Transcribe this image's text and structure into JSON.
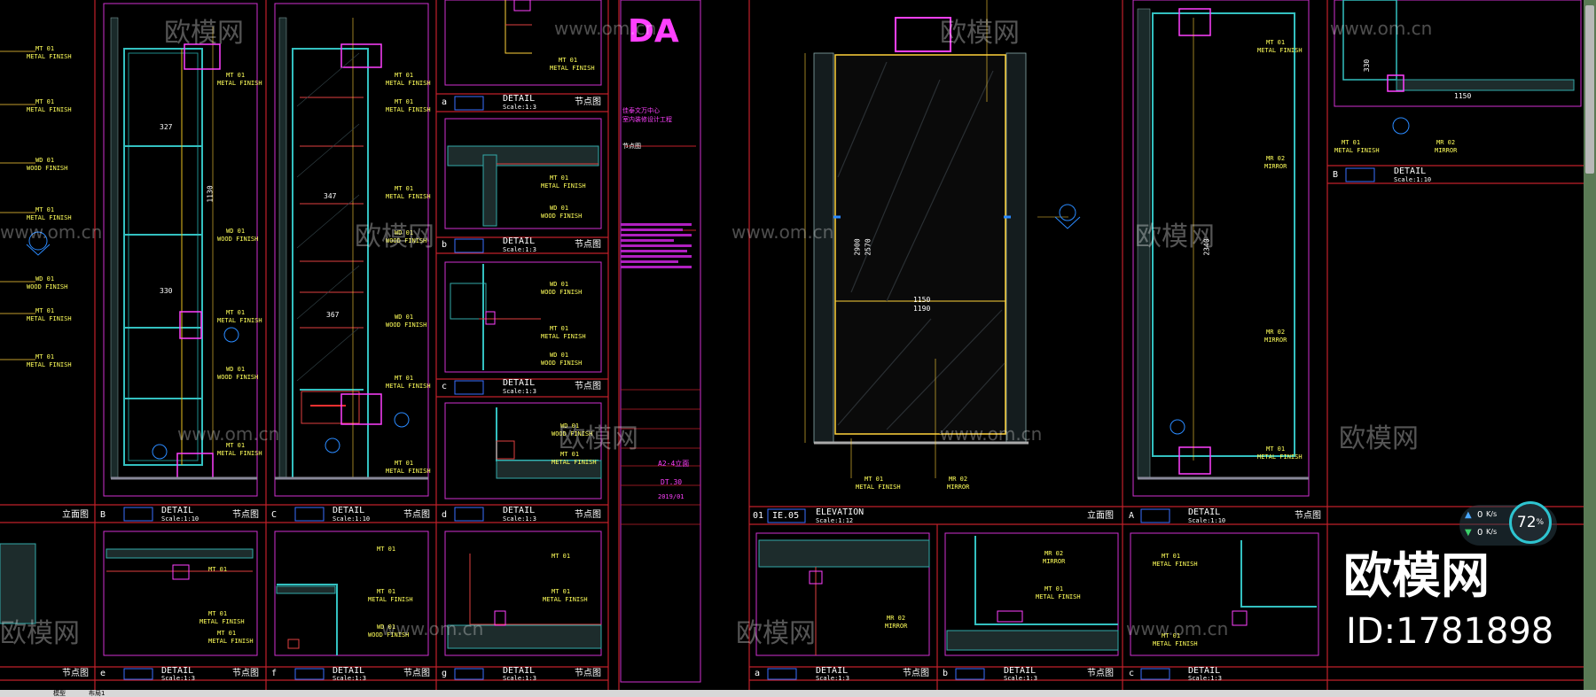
{
  "app": {
    "watermark_brand": "欧模网",
    "watermark_url": "www.om.cn",
    "watermark_id": "ID:1781898",
    "net_up": "0",
    "net_down": "0",
    "net_unit": "K/s",
    "net_percent": "72",
    "percent_sign": "%"
  },
  "status_bar": {
    "tab1": "模型",
    "tab2": "布局1"
  },
  "tags": {
    "mt01": "MT 01",
    "wd01": "WD 01",
    "mr02": "MR 02",
    "metal_finish": "METAL FINISH",
    "wood_finish": "WOOD FINISH",
    "mirror": "MIRROR"
  },
  "title_block": {
    "logo": "DA",
    "project": "佳泰文万中心",
    "project_sub": "室内装修设计工程",
    "drawing": "节点图",
    "sheet_no": "A2-4立面",
    "page": "DT.30",
    "date": "2019/01"
  },
  "dims": {
    "d1": "327",
    "d2": "347",
    "d3": "330",
    "d4": "367",
    "d5": "1150",
    "d6": "1190",
    "d7": "2900",
    "d8": "2570",
    "d9": "1150",
    "d10": "330",
    "d11": "2340",
    "d12": "1130"
  },
  "panels": {
    "top_left_label": "立面图",
    "B": {
      "letter": "B",
      "title": "DETAIL",
      "scale": "Scale:1:10",
      "type": "节点图"
    },
    "C": {
      "letter": "C",
      "title": "DETAIL",
      "scale": "Scale:1:10",
      "type": "节点图"
    },
    "a_top": {
      "letter": "a",
      "title": "DETAIL",
      "scale": "Scale:1:3",
      "type": "节点图"
    },
    "b_top": {
      "letter": "b",
      "title": "DETAIL",
      "scale": "Scale:1:3",
      "type": "节点图"
    },
    "c_top": {
      "letter": "c",
      "title": "DETAIL",
      "scale": "Scale:1:3",
      "type": "节点图"
    },
    "d_top": {
      "letter": "d",
      "title": "DETAIL",
      "scale": "Scale:1:3",
      "type": "节点图"
    },
    "e": {
      "letter": "e",
      "title": "DETAIL",
      "scale": "Scale:1:3",
      "type": "节点图"
    },
    "f": {
      "letter": "f",
      "title": "DETAIL",
      "scale": "Scale:1:3",
      "type": "节点图"
    },
    "g": {
      "letter": "g",
      "title": "DETAIL",
      "scale": "Scale:1:3",
      "type": "节点图"
    },
    "bottom_left_type": "节点图",
    "elev": {
      "num": "01",
      "code": "IE.05",
      "title": "ELEVATION",
      "scale": "Scale:1:12",
      "type": "立面图"
    },
    "A": {
      "letter": "A",
      "title": "DETAIL",
      "scale": "Scale:1:10",
      "type": "节点图"
    },
    "B_right": {
      "letter": "B",
      "title": "DETAIL",
      "scale": "Scale:1:10"
    },
    "a_bot": {
      "letter": "a",
      "title": "DETAIL",
      "scale": "Scale:1:3",
      "type": "节点图"
    },
    "b_bot": {
      "letter": "b",
      "title": "DETAIL",
      "scale": "Scale:1:3",
      "type": "节点图"
    },
    "c_bot": {
      "letter": "c",
      "title": "DETAIL",
      "scale": "Scale:1:3"
    }
  }
}
